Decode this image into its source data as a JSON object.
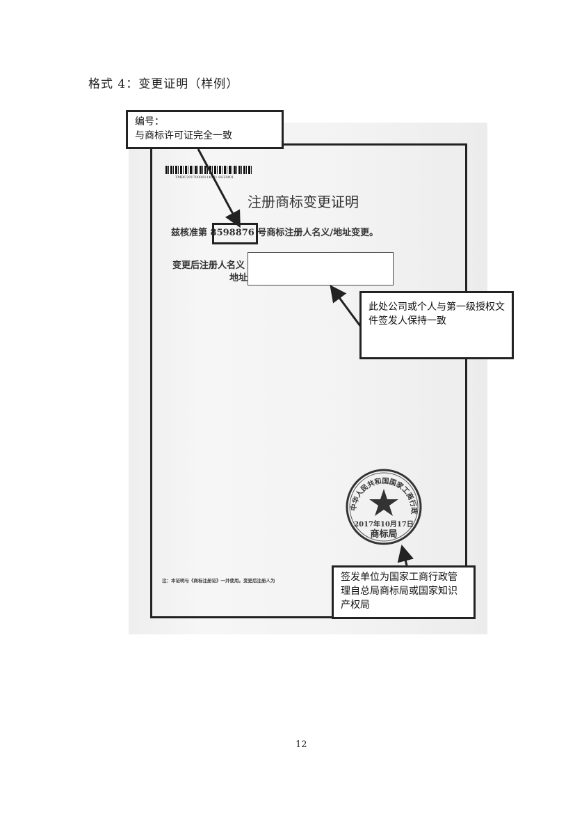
{
  "heading": "格式 4：变更证明（样例）",
  "certificate": {
    "barcode_text": "TMBC20170000114041 8GZM01",
    "title": "注册商标变更证明",
    "approval_line": "兹核准第 8598876 号商标注册人名义/地址变更。",
    "name_label": "变更后注册人名义",
    "address_label": "地址",
    "note": "注：本证明与《商标注册证》一并使用。变更后注册人为",
    "stamp": {
      "ring_text": "中华人民共和国国家工商行政管理总局",
      "date": "2017年10月17日",
      "center": "商标局"
    }
  },
  "callouts": {
    "number": {
      "line1": "编号：",
      "line2": "与商标许可证完全一致"
    },
    "registrant": {
      "text": "此处公司或个人与第一级授权文件签发人保持一致"
    },
    "issuer": {
      "text": "签发单位为国家工商行政管理自总局商标局或国家知识产权局"
    }
  },
  "page_number": "12"
}
